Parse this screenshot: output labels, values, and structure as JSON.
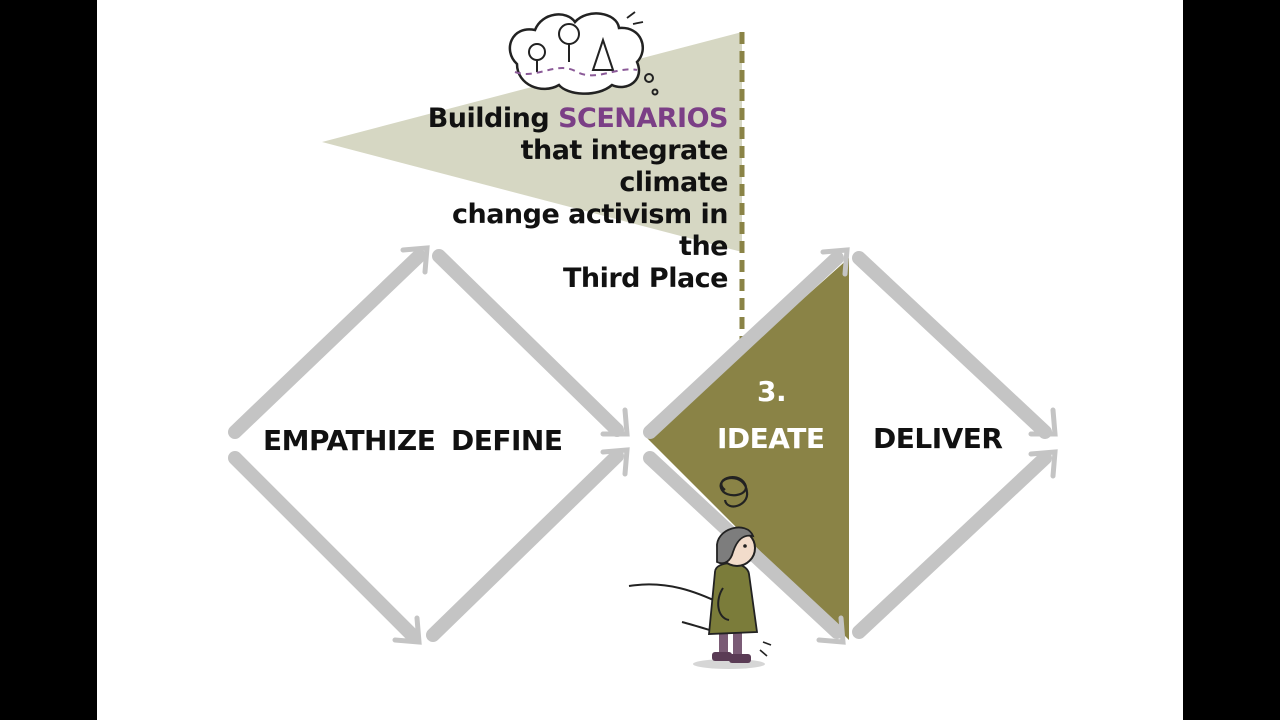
{
  "banner": {
    "line1_prefix": "Building",
    "line1_accent": "SCENARIOS",
    "line2": "that integrate climate",
    "line3": "change activism in the",
    "line4": "Third Place"
  },
  "stages": {
    "empathize": "EMPATHIZE",
    "define": "DEFINE",
    "step_number": "3.",
    "ideate": "IDEATE",
    "deliver": "DELIVER"
  },
  "colors": {
    "background": "#ffffff",
    "frame": "#000000",
    "arrow": "#c4c4c4",
    "banner_fill": "#d6d7c3",
    "ideate_fill": "#8a8346",
    "accent_text": "#7b3f86"
  }
}
